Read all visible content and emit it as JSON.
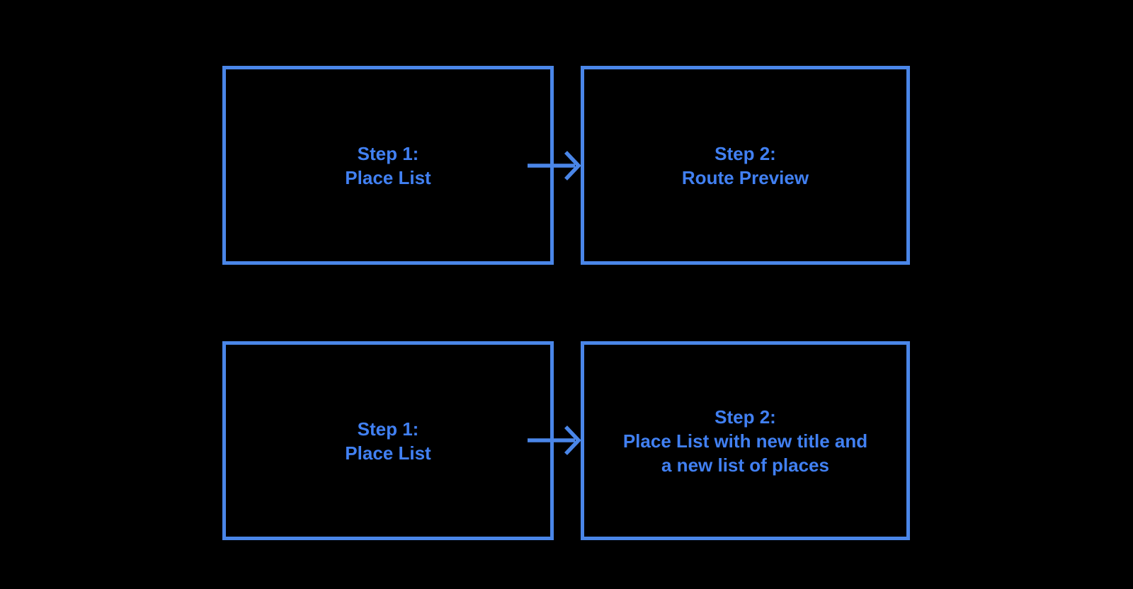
{
  "colors": {
    "background": "#000000",
    "box_border": "#4a86e8",
    "arrow": "#4a86e8",
    "text": "#4180f2"
  },
  "flow": {
    "rows": [
      {
        "from": {
          "lines": [
            "Step 1:",
            "Place List"
          ]
        },
        "arrow_icon": "right-arrow",
        "to": {
          "lines": [
            "Step 2:",
            "Route Preview"
          ]
        }
      },
      {
        "from": {
          "lines": [
            "Step 1:",
            "Place List"
          ]
        },
        "arrow_icon": "right-arrow",
        "to": {
          "lines": [
            "Step 2:",
            "Place List with new title and",
            "a new list of places"
          ]
        }
      }
    ]
  }
}
